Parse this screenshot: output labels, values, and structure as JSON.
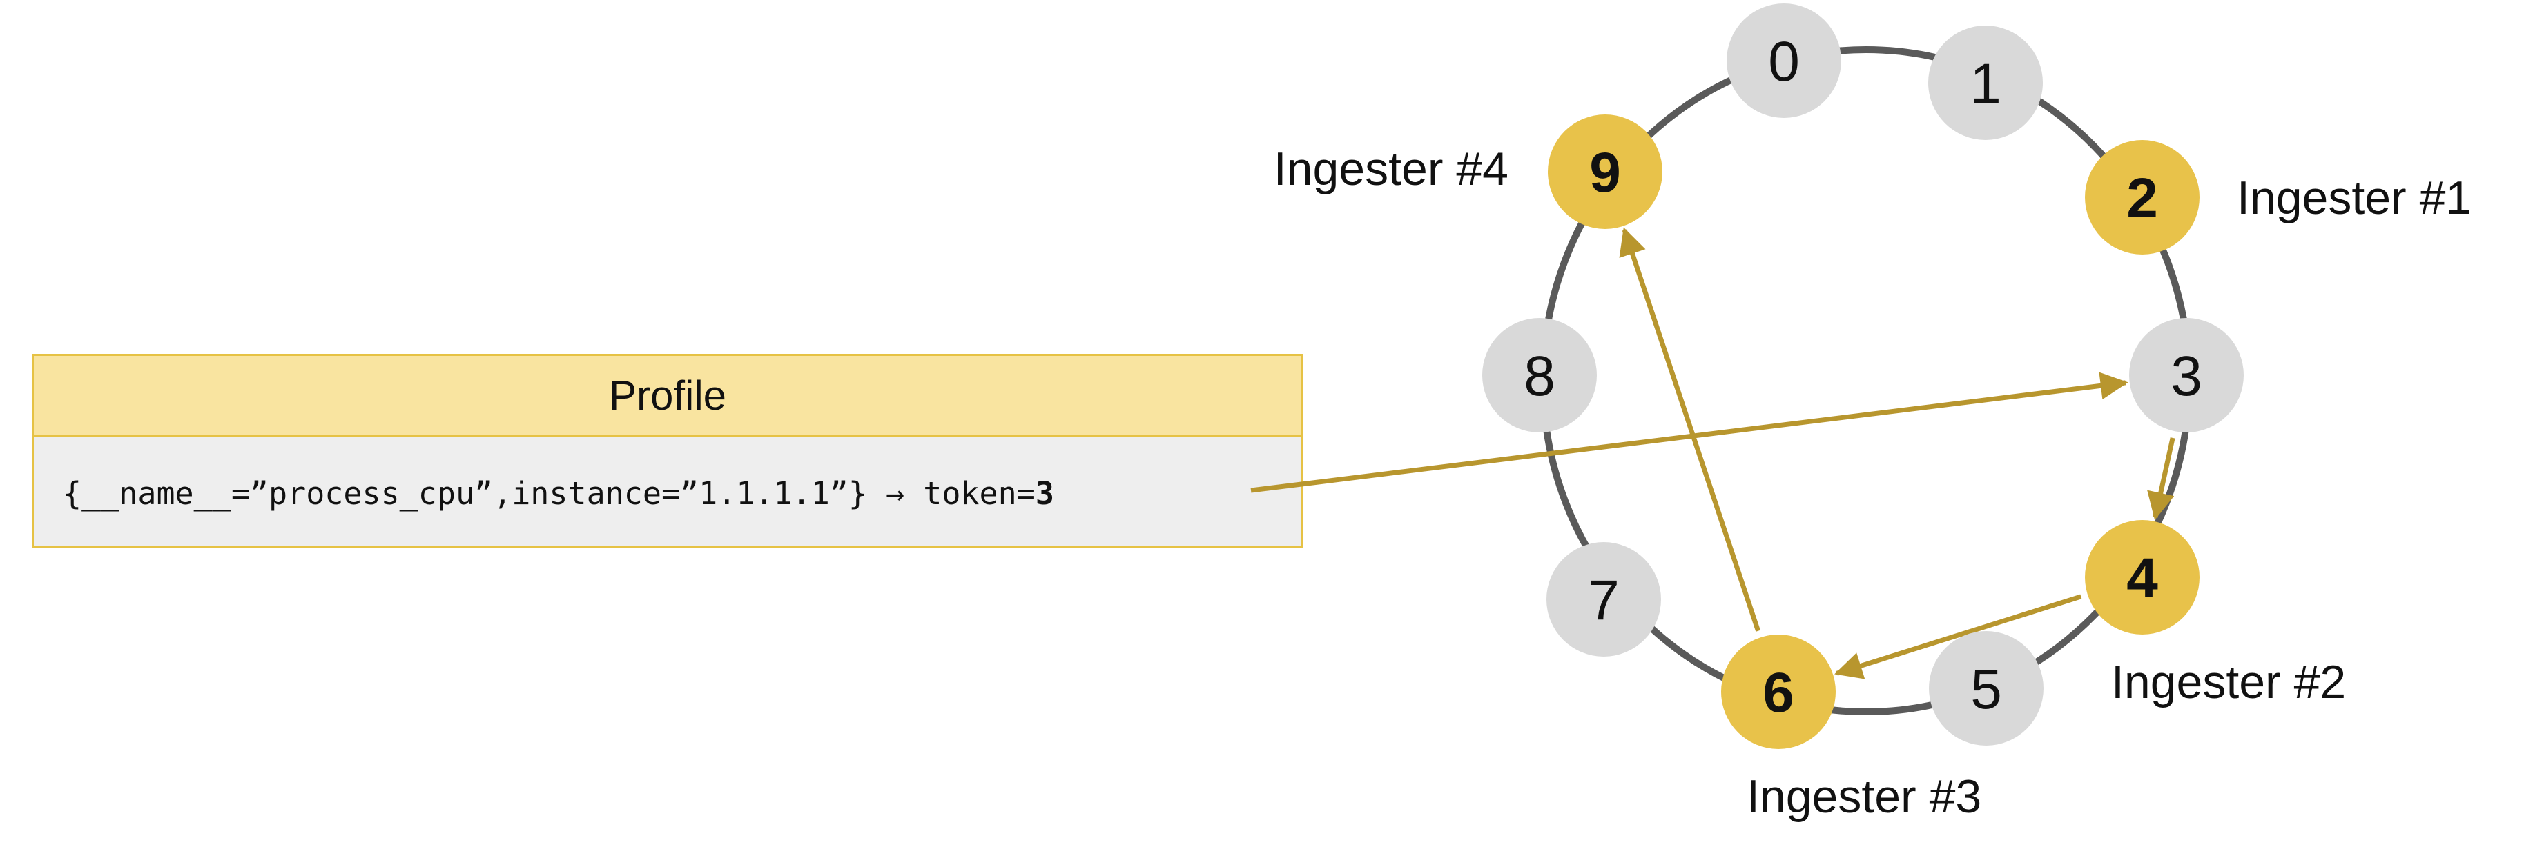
{
  "profile": {
    "header": "Profile",
    "label_text": "{__name__=”process_cpu”,instance=”1.1.1.1”} → token=",
    "token": "3"
  },
  "ring": {
    "nodes": [
      {
        "label": "0",
        "active": false
      },
      {
        "label": "1",
        "active": false
      },
      {
        "label": "2",
        "active": true
      },
      {
        "label": "3",
        "active": false
      },
      {
        "label": "4",
        "active": true
      },
      {
        "label": "5",
        "active": false
      },
      {
        "label": "6",
        "active": true
      },
      {
        "label": "7",
        "active": false
      },
      {
        "label": "8",
        "active": false
      },
      {
        "label": "9",
        "active": true
      }
    ],
    "ingesters": [
      {
        "label": "Ingester #1",
        "node": "2"
      },
      {
        "label": "Ingester #2",
        "node": "4"
      },
      {
        "label": "Ingester #3",
        "node": "6"
      },
      {
        "label": "Ingester #4",
        "node": "9"
      }
    ],
    "arrows": [
      {
        "from": "profile",
        "to": "3"
      },
      {
        "from": "3",
        "to": "4"
      },
      {
        "from": "4",
        "to": "6"
      },
      {
        "from": "6",
        "to": "9"
      }
    ]
  },
  "colors": {
    "active_fill": "#e8c24a",
    "inactive_fill": "#d9d9d9",
    "ring_stroke": "#5a5a5a",
    "arrow": "#b8962e",
    "text": "#111111"
  }
}
